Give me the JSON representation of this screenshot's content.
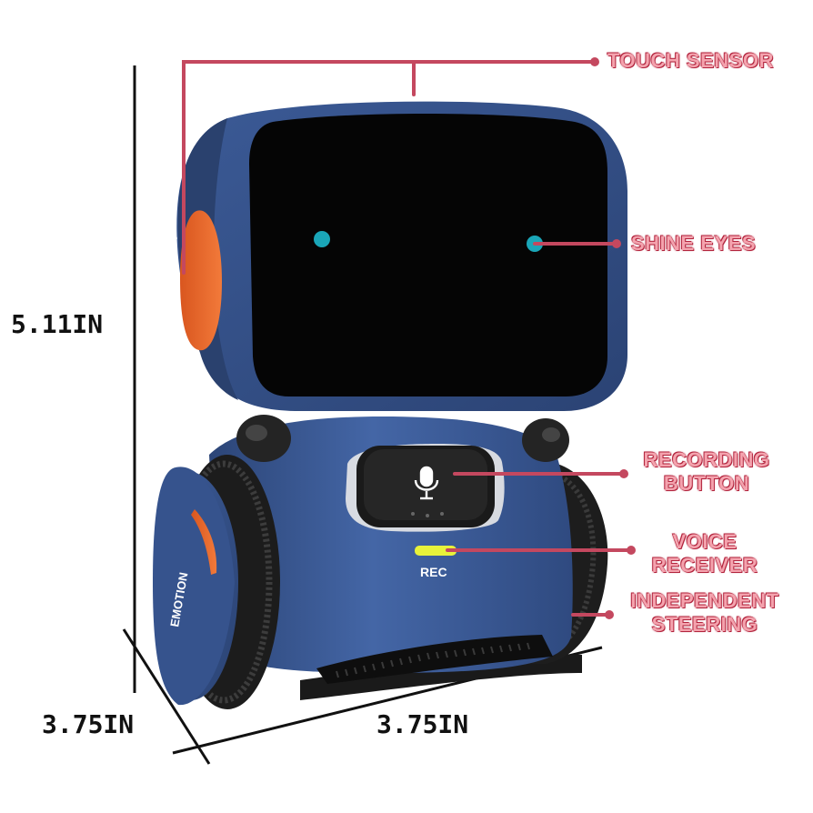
{
  "labels": {
    "touch_sensor": "TOUCH SENSOR",
    "shine_eyes": "SHINE EYES",
    "recording_button_line1": "RECORDING",
    "recording_button_line2": "BUTTON",
    "voice_receiver_line1": "VOICE",
    "voice_receiver_line2": "RECEIVER",
    "independent_steering_line1": "INDEPENDENT",
    "independent_steering_line2": "STEERING"
  },
  "dimensions": {
    "height": "5.11IN",
    "depth": "3.75IN",
    "width": "3.75IN"
  },
  "robot": {
    "rec_text": "REC",
    "brand_text": "EMOTION"
  },
  "colors": {
    "body": "#3a5690",
    "screen": "#050505",
    "accent_orange": "#f06a2a",
    "eye": "#1aa6b8",
    "callout_line": "#c4485f",
    "callout_text": "#f4a3ae",
    "led": "#e8f23a"
  }
}
